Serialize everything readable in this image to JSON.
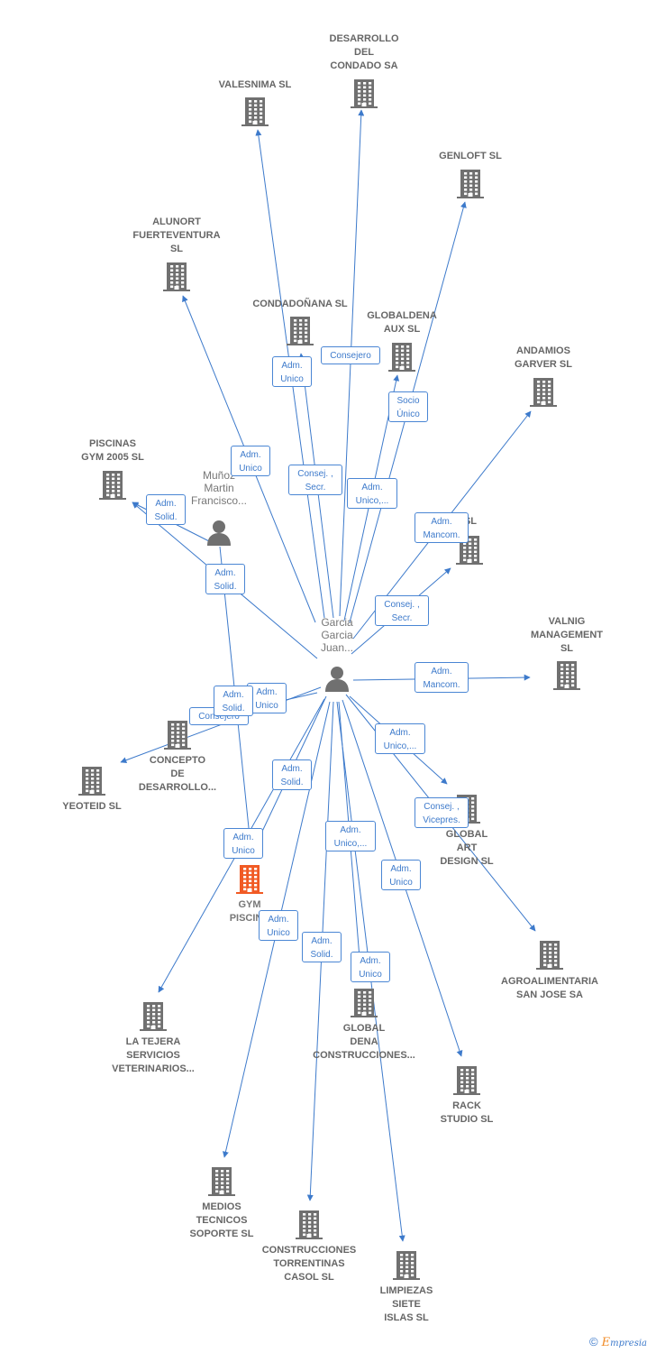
{
  "colors": {
    "edge": "#3d7acb",
    "building": "#707070",
    "focus_building": "#f15a24",
    "person": "#707070",
    "label": "#666666"
  },
  "nodes": [
    {
      "id": "desarrollo_condado",
      "type": "company",
      "label": "DESARROLLO\nDEL\nCONDADO SA"
    },
    {
      "id": "valesnima",
      "type": "company",
      "label": "VALESNIMA SL"
    },
    {
      "id": "genloft",
      "type": "company",
      "label": "GENLOFT  SL"
    },
    {
      "id": "alunort",
      "type": "company",
      "label": "ALUNORT\nFUERTEVENTURA\nSL"
    },
    {
      "id": "condadonana",
      "type": "company",
      "label": "CONDADOÑANA SL"
    },
    {
      "id": "globaldena_aux",
      "type": "company",
      "label": "GLOBALDENA\nAUX  SL"
    },
    {
      "id": "andamios",
      "type": "company",
      "label": "ANDAMIOS\nGARVER  SL"
    },
    {
      "id": "piscinas_gym",
      "type": "company",
      "label": "PISCINAS\nGYM 2005  SL"
    },
    {
      "id": "munoz",
      "type": "person",
      "label": "Muñoz\nMartin\nFrancisco..."
    },
    {
      "id": "an_sl",
      "type": "company",
      "label": "AN SL"
    },
    {
      "id": "garcia",
      "type": "person",
      "label": "Garcia\nGarcia\nJuan..."
    },
    {
      "id": "valnig",
      "type": "company",
      "label": "VALNIG\nMANAGEMENT\nSL"
    },
    {
      "id": "concepto",
      "type": "company",
      "label": "CONCEPTO\nDE\nDESARROLLO..."
    },
    {
      "id": "yeoteid",
      "type": "company",
      "label": "YEOTEID SL"
    },
    {
      "id": "global_art",
      "type": "company",
      "label": "GLOBAL\nART\nDESIGN  SL"
    },
    {
      "id": "gym_piscina",
      "type": "focus",
      "label": "GYM\nPISCINA"
    },
    {
      "id": "agroalimentaria",
      "type": "company",
      "label": "AGROALIMENTARIA\nSAN JOSE SA"
    },
    {
      "id": "la_tejera",
      "type": "company",
      "label": "LA TEJERA\nSERVICIOS\nVETERINARIOS..."
    },
    {
      "id": "global_dena_constr",
      "type": "company",
      "label": "GLOBAL\nDENA\nCONSTRUCCIONES..."
    },
    {
      "id": "rack_studio",
      "type": "company",
      "label": "RACK\nSTUDIO  SL"
    },
    {
      "id": "medios_tecnicos",
      "type": "company",
      "label": "MEDIOS\nTECNICOS\nSOPORTE  SL"
    },
    {
      "id": "construcciones_torrentinas",
      "type": "company",
      "label": "CONSTRUCCIONES\nTORRENTINAS\nCASOL SL"
    },
    {
      "id": "limpiezas",
      "type": "company",
      "label": "LIMPIEZAS\nSIETE\nISLAS SL"
    }
  ],
  "edges": [
    {
      "from": "garcia",
      "to": "desarrollo_condado",
      "label": "Consejero"
    },
    {
      "from": "garcia",
      "to": "valesnima",
      "label": "Adm.\nUnico"
    },
    {
      "from": "garcia",
      "to": "condadonana",
      "label": "Consej. ,\nSecr."
    },
    {
      "from": "garcia",
      "to": "genloft",
      "label": "Socio\nÚnico"
    },
    {
      "from": "garcia",
      "to": "globaldena_aux",
      "label": "Adm.\nUnico,..."
    },
    {
      "from": "garcia",
      "to": "alunort",
      "label": "Adm.\nUnico"
    },
    {
      "from": "garcia",
      "to": "andamios",
      "label": "Adm.\nMancom."
    },
    {
      "from": "garcia",
      "to": "an_sl",
      "label": "Consej. ,\nSecr."
    },
    {
      "from": "garcia",
      "to": "piscinas_gym",
      "label": "Adm.\nSolid."
    },
    {
      "from": "garcia",
      "to": "valnig",
      "label": "Adm.\nMancom."
    },
    {
      "from": "garcia",
      "to": "yeoteid",
      "label": "Adm.\nUnico"
    },
    {
      "from": "garcia",
      "to": "concepto",
      "label": "Consejero"
    },
    {
      "from": "garcia",
      "to": "global_art",
      "label": "Adm.\nUnico,..."
    },
    {
      "from": "garcia",
      "to": "agroalimentaria",
      "label": "Consej. ,\nVicepres."
    },
    {
      "from": "garcia",
      "to": "gym_piscina",
      "label": "Adm.\nSolid."
    },
    {
      "from": "garcia",
      "to": "la_tejera",
      "label": "Adm.\nUnico"
    },
    {
      "from": "garcia",
      "to": "global_dena_constr",
      "label": "Adm.\nUnico,..."
    },
    {
      "from": "garcia",
      "to": "rack_studio",
      "label": "Adm.\nUnico"
    },
    {
      "from": "garcia",
      "to": "medios_tecnicos",
      "label": "Adm.\nUnico"
    },
    {
      "from": "garcia",
      "to": "construcciones_torrentinas",
      "label": "Adm.\nSolid."
    },
    {
      "from": "garcia",
      "to": "limpiezas",
      "label": "Adm.\nUnico"
    },
    {
      "from": "munoz",
      "to": "piscinas_gym",
      "label": "Adm.\nSolid."
    },
    {
      "from": "munoz",
      "to": "gym_piscina",
      "label": "Adm.\nSolid."
    }
  ],
  "brand": {
    "symbol": "©",
    "first_letter": "E",
    "rest": "mpresia"
  }
}
